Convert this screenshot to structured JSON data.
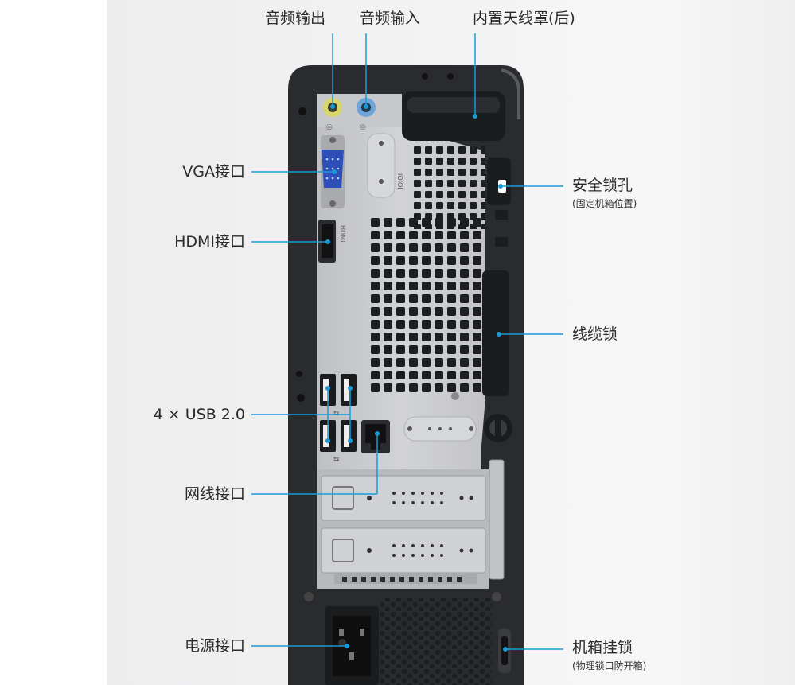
{
  "labels": {
    "audio_out": "音频输出",
    "audio_in": "音频输入",
    "antenna": "内置天线罩(后)",
    "vga": "VGA接口",
    "hdmi": "HDMI接口",
    "usb": "4 × USB 2.0",
    "ethernet": "网线接口",
    "power": "电源接口",
    "security_slot": "安全锁孔",
    "security_slot_note": "(固定机箱位置)",
    "cable_lock": "线缆锁",
    "chassis_lock": "机箱挂锁",
    "chassis_lock_note": "(物理锁口防开箱)"
  },
  "colors": {
    "leader_line": "#1a9ad6",
    "chassis": "#2a2b2e",
    "plate": "#c9cacd",
    "audio_out_jack": "#d9d66a",
    "audio_in_jack": "#6fa4d8",
    "vga_port": "#2e4fb8"
  },
  "icons": [
    "audio-out-icon",
    "audio-in-icon",
    "usb-icon",
    "serial-port-icon"
  ]
}
